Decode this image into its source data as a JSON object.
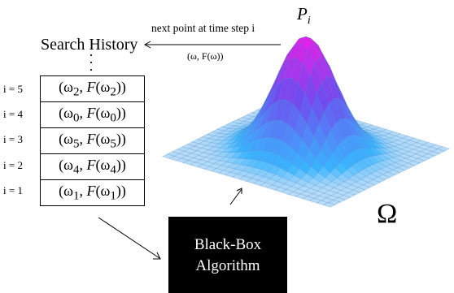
{
  "search_history": {
    "title": "Search History",
    "ellipsis": "⋮",
    "rows": [
      {
        "label": "i = 5",
        "point_sub": "2",
        "value_sub": "2"
      },
      {
        "label": "i = 4",
        "point_sub": "0",
        "value_sub": "0"
      },
      {
        "label": "i = 3",
        "point_sub": "5",
        "value_sub": "5"
      },
      {
        "label": "i = 2",
        "point_sub": "4",
        "value_sub": "4"
      },
      {
        "label": "i = 1",
        "point_sub": "1",
        "value_sub": "1"
      }
    ]
  },
  "arrow_labels": {
    "top": "next point at time step i",
    "bottom": "(ω, F(ω))"
  },
  "surface": {
    "peak_label": "P",
    "peak_label_sub": "i",
    "domain_label": "Ω",
    "colors": {
      "peak": "#e81ee8",
      "mid": "#6f4cf0",
      "base": "#39b6ff",
      "flat": "#b8dcf8",
      "mesh": "#4f87c6"
    }
  },
  "algorithm_box": {
    "line1": "Black-Box",
    "line2": "Algorithm"
  }
}
